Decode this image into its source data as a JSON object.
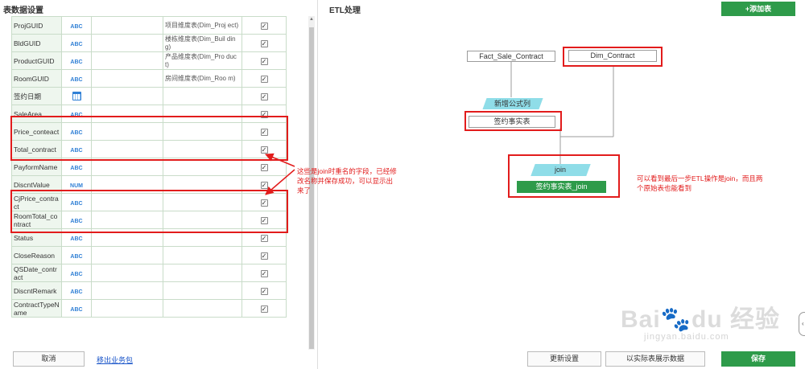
{
  "left_panel": {
    "title": "表数据设置",
    "fields": [
      {
        "name": "ProjGUID",
        "type": "ABC",
        "alias": "",
        "desc": "项目维度表(Dim_Proj ect)",
        "checked": true
      },
      {
        "name": "BldGUID",
        "type": "ABC",
        "alias": "",
        "desc": "楼栋维度表(Dim_Buil ding)",
        "checked": true
      },
      {
        "name": "ProductGUID",
        "type": "ABC",
        "alias": "",
        "desc": "产品维度表(Dim_Pro duct)",
        "checked": true
      },
      {
        "name": "RoomGUID",
        "type": "ABC",
        "alias": "",
        "desc": "房间维度表(Dim_Roo m)",
        "checked": true
      },
      {
        "name": "签约日期",
        "type": "DATE",
        "alias": "",
        "desc": "",
        "checked": true
      },
      {
        "name": "SaleArea",
        "type": "ABC",
        "alias": "",
        "desc": "",
        "checked": true
      },
      {
        "name": "Price_conteact",
        "type": "ABC",
        "alias": "",
        "desc": "",
        "checked": true
      },
      {
        "name": "Total_contract",
        "type": "ABC",
        "alias": "",
        "desc": "",
        "checked": true
      },
      {
        "name": "PayformName",
        "type": "ABC",
        "alias": "",
        "desc": "",
        "checked": true
      },
      {
        "name": "DiscntValue",
        "type": "NUM",
        "alias": "",
        "desc": "",
        "checked": true
      },
      {
        "name": "CjPrice_contract",
        "type": "ABC",
        "alias": "",
        "desc": "",
        "checked": true
      },
      {
        "name": "RoomTotal_contract",
        "type": "ABC",
        "alias": "",
        "desc": "",
        "checked": true
      },
      {
        "name": "Status",
        "type": "ABC",
        "alias": "",
        "desc": "",
        "checked": true
      },
      {
        "name": "CloseReason",
        "type": "ABC",
        "alias": "",
        "desc": "",
        "checked": true
      },
      {
        "name": "QSDate_contract",
        "type": "ABC",
        "alias": "",
        "desc": "",
        "checked": true
      },
      {
        "name": "DiscntRemark",
        "type": "ABC",
        "alias": "",
        "desc": "",
        "checked": true
      },
      {
        "name": "ContractTypeName",
        "type": "ABC",
        "alias": "",
        "desc": "",
        "checked": true
      }
    ],
    "annotation": "这些是join时重名的字段，已经修改名称并保存成功，可以显示出来了"
  },
  "right_panel": {
    "title": "ETL处理",
    "add_table_label": "+添加表",
    "nodes": {
      "fact": "Fact_Sale_Contract",
      "dim": "Dim_Contract",
      "formula": "新增公式列",
      "sign_table": "签约事实表",
      "join": "join",
      "result": "签约事实表_join"
    },
    "annotation": "可以看到最后一步ETL操作是join，而且两个原始表也能看到"
  },
  "footer": {
    "cancel_label": "取消",
    "move_link_label": "移出业务包",
    "update_label": "更新设置",
    "show_label": "以实际表展示数据",
    "save_label": "保存"
  },
  "watermark": {
    "logo": "Bai du 经验",
    "url": "jingyan.baidu.com"
  },
  "colors": {
    "accent_green": "#2e9b4a",
    "highlight_red": "#e21c1c",
    "node_cyan": "#8fdde8",
    "type_blue": "#2f7fd5"
  }
}
